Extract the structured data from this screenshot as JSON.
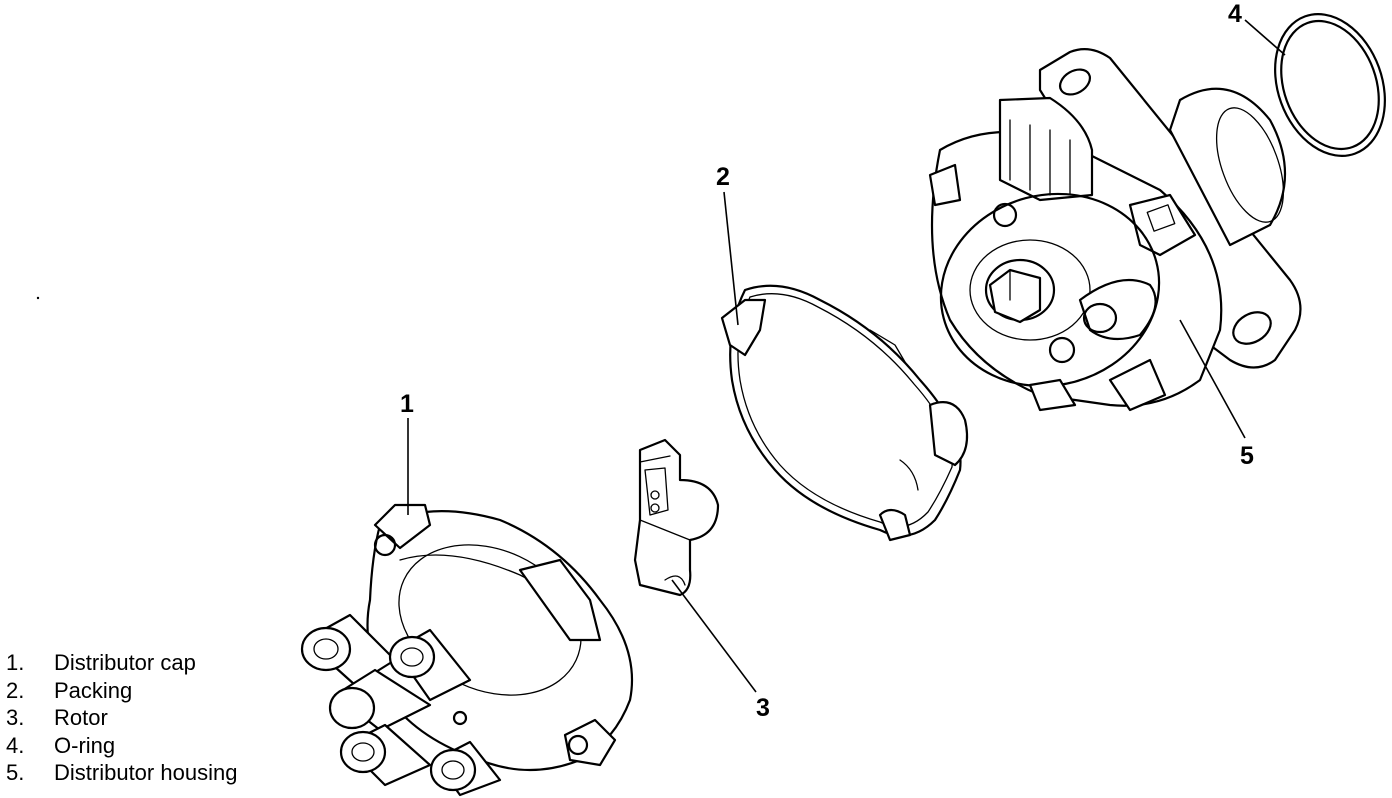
{
  "callouts": {
    "c1": "1",
    "c2": "2",
    "c3": "3",
    "c4": "4",
    "c5": "5"
  },
  "legend": [
    {
      "num": "1.",
      "label": "Distributor cap"
    },
    {
      "num": "2.",
      "label": "Packing"
    },
    {
      "num": "3.",
      "label": "Rotor"
    },
    {
      "num": "4.",
      "label": "O-ring"
    },
    {
      "num": "5.",
      "label": "Distributor housing"
    }
  ],
  "colors": {
    "ink": "#000000",
    "paper": "#ffffff"
  }
}
